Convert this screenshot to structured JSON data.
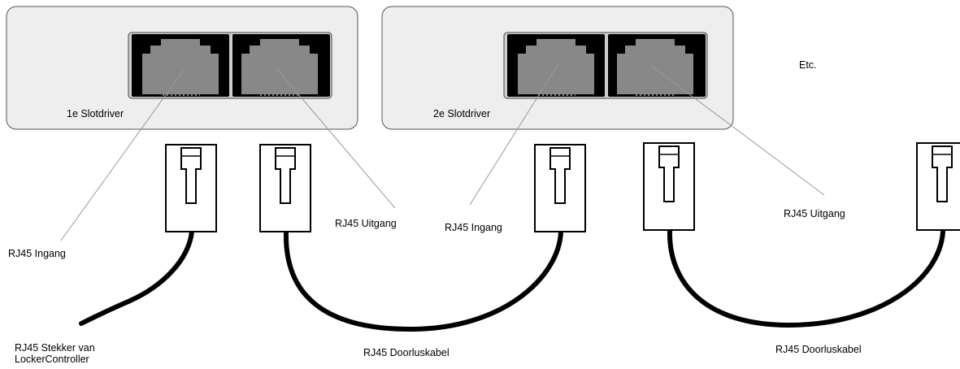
{
  "colors": {
    "device_fill": "#eeeeee",
    "device_border": "#555555",
    "port_fill": "#000000",
    "socket_fill": "#888888",
    "cable": "#000000",
    "leader_line": "#999999"
  },
  "devices": [
    {
      "label": "1e Slotdriver"
    },
    {
      "label": "2e Slotdriver"
    }
  ],
  "etc_label": "Etc.",
  "port_labels": {
    "input_1": "RJ45 Ingang",
    "output_1": "RJ45 Uitgang",
    "input_2": "RJ45 Ingang",
    "output_2": "RJ45 Uitgang"
  },
  "cable_labels": {
    "controller_plug_line1": "RJ45 Stekker van",
    "controller_plug_line2": "LockerController",
    "loop_cable_1": "RJ45 Doorluskabel",
    "loop_cable_2": "RJ45 Doorluskabel"
  }
}
